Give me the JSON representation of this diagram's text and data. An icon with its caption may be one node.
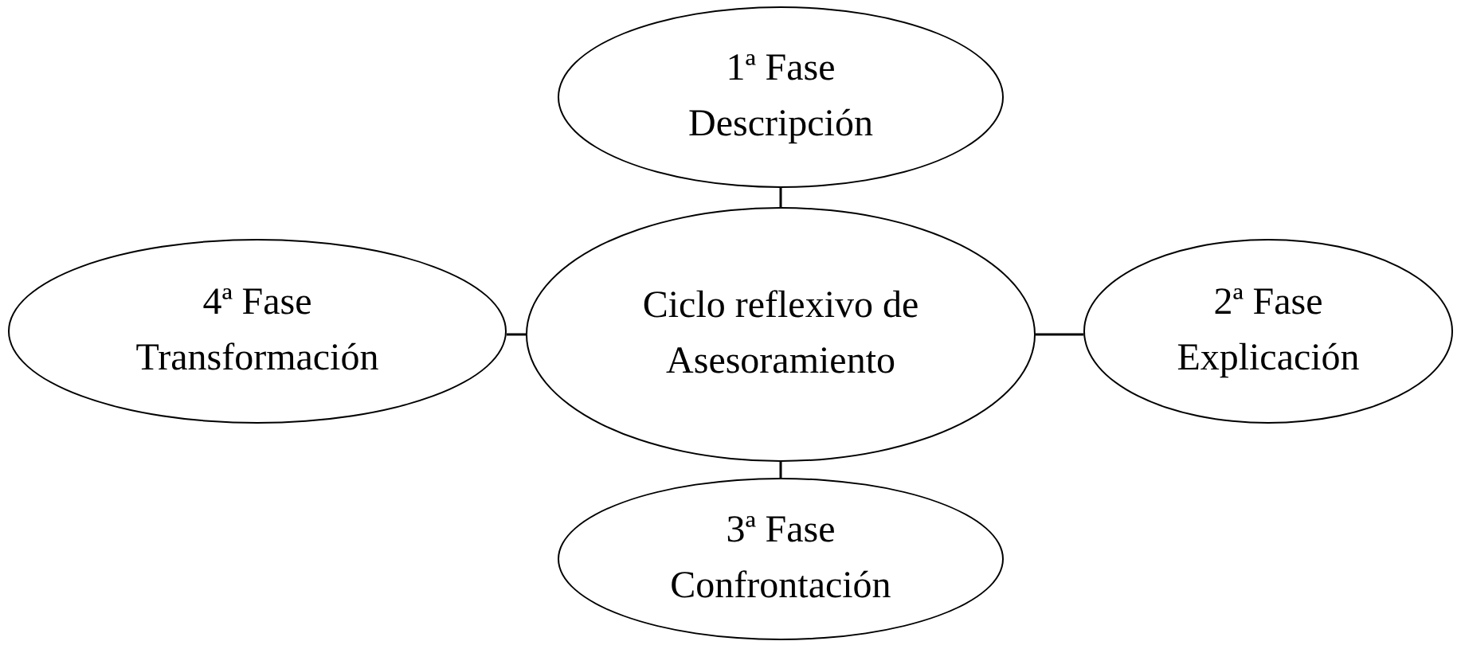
{
  "diagram": {
    "nodes": [
      {
        "text": [
          "1ª Fase",
          "Descripción"
        ]
      },
      {
        "text": [
          "4ª Fase",
          "Transformación"
        ]
      },
      {
        "text": [
          "Ciclo reflexivo de Asesoramiento"
        ]
      },
      {
        "text": [
          "2ª Fase",
          "Explicación"
        ]
      },
      {
        "text": [
          "3ª Fase",
          "Confrontación"
        ]
      }
    ],
    "edges": [
      {
        "from": 2,
        "to": 0,
        "arrow": "none"
      },
      {
        "from": 2,
        "to": 3,
        "arrow": "none"
      },
      {
        "from": 2,
        "to": 4,
        "arrow": "none"
      },
      {
        "from": 2,
        "to": 1,
        "arrow": "none"
      }
    ]
  }
}
